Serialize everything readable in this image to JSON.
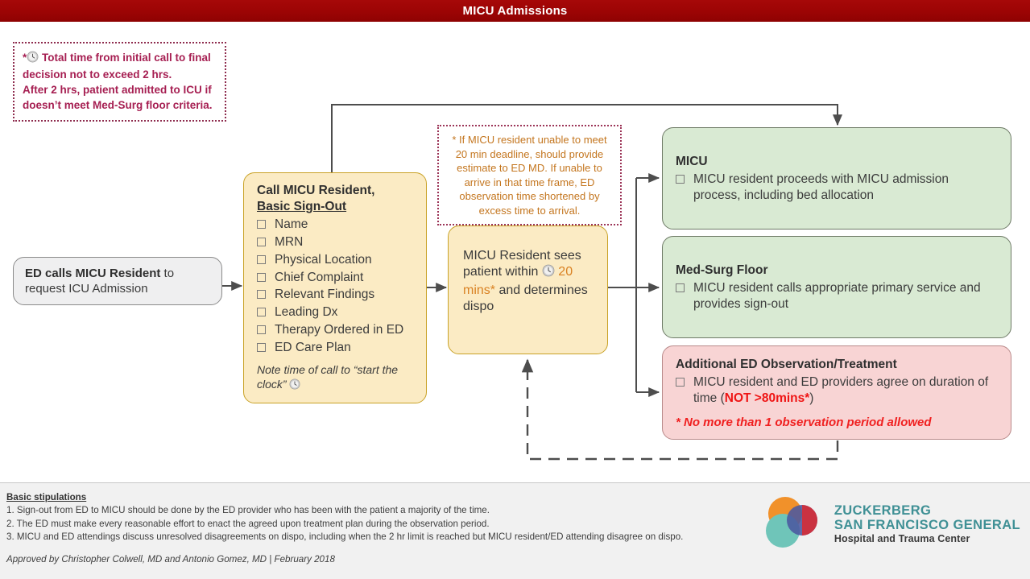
{
  "header": {
    "title": "MICU Admissions"
  },
  "colors": {
    "title_bar": "#9c0404",
    "cream": "#fbebc4",
    "green": "#d9ead3",
    "pink": "#f8d4d4",
    "grey": "#efeff0",
    "callout_magenta": "#a61f52",
    "callout_orange": "#c4761f",
    "alert_red": "#ef1414",
    "logo_teal": "#3f9095"
  },
  "callouts": {
    "time_limit": {
      "star": "*",
      "icon": "clock-icon",
      "line1": "Total time from initial call to final decision not  to exceed 2 hrs.",
      "line2": "After 2 hrs, patient admitted to ICU if doesn’t meet Med-Surg floor criteria."
    },
    "deadline": {
      "text": "* If MICU resident unable to meet 20 min deadline, should provide estimate to ED MD. If unable to arrive in that time frame, ED observation time shortened by excess time to arrival."
    }
  },
  "nodes": {
    "start": {
      "bold": "ED calls MICU Resident",
      "rest": " to request ICU Admission"
    },
    "call_micu": {
      "title_line1": "Call MICU Resident,",
      "title_line2": "Basic Sign-Out",
      "checklist": [
        "Name",
        "MRN",
        "Physical Location",
        "Chief Complaint",
        "Relevant Findings",
        "Leading Dx",
        "Therapy Ordered in ED",
        "ED Care Plan"
      ],
      "footnote": "Note time of call to “start the clock”",
      "footnote_icon": "clock-icon"
    },
    "sees_patient": {
      "part1": "MICU Resident sees patient within ",
      "icon": "clock-icon",
      "highlight": "20 mins*",
      "part2": " and determines dispo"
    },
    "micu": {
      "title": "MICU",
      "checklist": [
        "MICU resident proceeds with MICU admission process, including bed allocation"
      ]
    },
    "med_surg": {
      "title": "Med-Surg Floor",
      "checklist": [
        "MICU resident calls appropriate primary service and provides sign-out"
      ]
    },
    "additional_obs": {
      "title": "Additional ED Observation/Treatment",
      "item_pre": "MICU resident and ED providers agree on duration of time (",
      "item_alert": "NOT >80mins*",
      "item_post": ")",
      "footnote": "* No more than 1 observation period allowed"
    }
  },
  "footer": {
    "stipulations_title": "Basic stipulations",
    "stipulations": [
      "1. Sign-out from ED to MICU should be done by the ED provider who has been with the patient a majority of the time.",
      "2. The ED must make every reasonable effort to enact the agreed upon treatment plan during the observation period.",
      "3. MICU and ED attendings discuss unresolved disagreements on dispo, including when the 2 hr limit is reached but MICU resident/ED attending disagree on dispo."
    ],
    "approved": "Approved by Christopher Colwell, MD and Antonio Gomez, MD | February 2018",
    "logo": {
      "line1": "ZUCKERBERG",
      "line2": "SAN FRANCISCO GENERAL",
      "line3": "Hospital and Trauma Center",
      "mark": "venn-circles-logo"
    }
  }
}
